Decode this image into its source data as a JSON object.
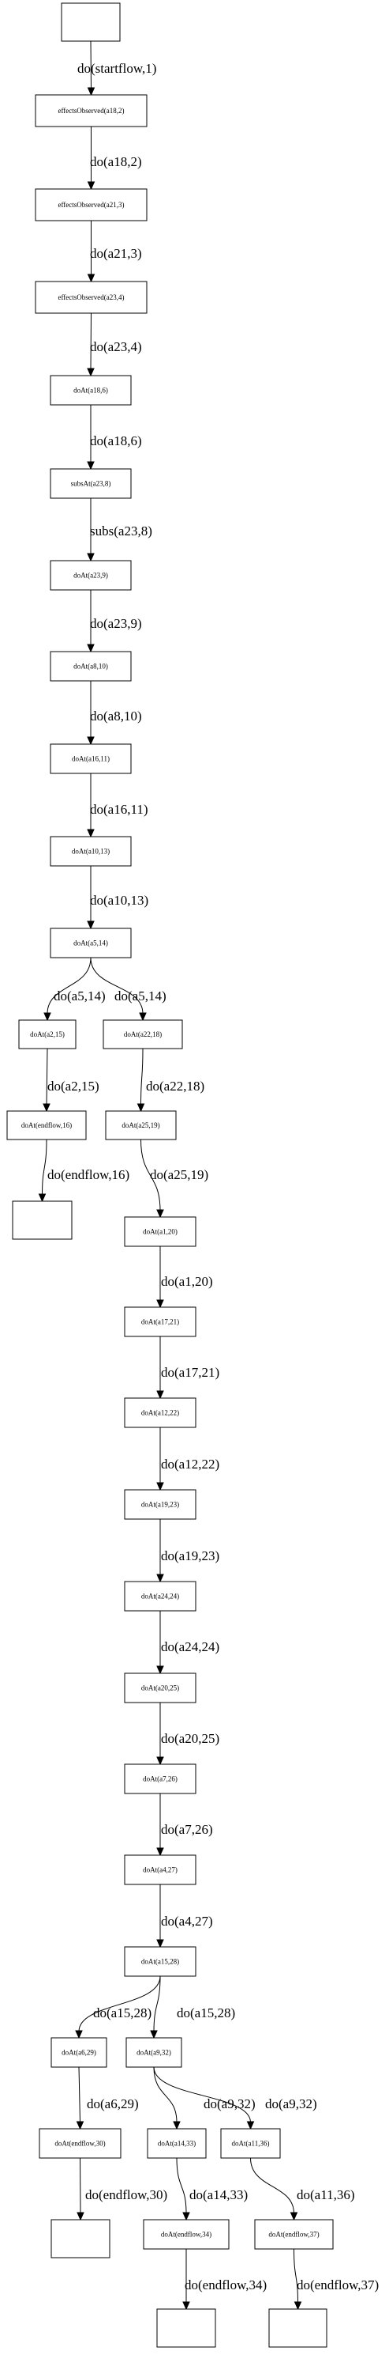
{
  "nodes": [
    {
      "id": "start",
      "label": ""
    },
    {
      "id": "n2",
      "label": "effectsObserved(a18,2)"
    },
    {
      "id": "n3",
      "label": "effectsObserved(a21,3)"
    },
    {
      "id": "n4",
      "label": "effectsObserved(a23,4)"
    },
    {
      "id": "n6",
      "label": "doAt(a18,6)"
    },
    {
      "id": "n8",
      "label": "subsAt(a23,8)"
    },
    {
      "id": "n9",
      "label": "doAt(a23,9)"
    },
    {
      "id": "n10",
      "label": "doAt(a8,10)"
    },
    {
      "id": "n11",
      "label": "doAt(a16,11)"
    },
    {
      "id": "n13",
      "label": "doAt(a10,13)"
    },
    {
      "id": "n14",
      "label": "doAt(a5,14)"
    },
    {
      "id": "n15",
      "label": "doAt(a2,15)"
    },
    {
      "id": "n18",
      "label": "doAt(a22,18)"
    },
    {
      "id": "n16",
      "label": "doAt(endflow,16)"
    },
    {
      "id": "n19",
      "label": "doAt(a25,19)"
    },
    {
      "id": "end1",
      "label": ""
    },
    {
      "id": "n20",
      "label": "doAt(a1,20)"
    },
    {
      "id": "n21",
      "label": "doAt(a17,21)"
    },
    {
      "id": "n22",
      "label": "doAt(a12,22)"
    },
    {
      "id": "n23",
      "label": "doAt(a19,23)"
    },
    {
      "id": "n24",
      "label": "doAt(a24,24)"
    },
    {
      "id": "n25",
      "label": "doAt(a20,25)"
    },
    {
      "id": "n26",
      "label": "doAt(a7,26)"
    },
    {
      "id": "n27",
      "label": "doAt(a4,27)"
    },
    {
      "id": "n28",
      "label": "doAt(a15,28)"
    },
    {
      "id": "n29",
      "label": "doAt(a6,29)"
    },
    {
      "id": "n32",
      "label": "doAt(a9,32)"
    },
    {
      "id": "n30",
      "label": "doAt(endflow,30)"
    },
    {
      "id": "n33",
      "label": "doAt(a14,33)"
    },
    {
      "id": "n36",
      "label": "doAt(a11,36)"
    },
    {
      "id": "end2",
      "label": ""
    },
    {
      "id": "n34",
      "label": "doAt(endflow,34)"
    },
    {
      "id": "n37",
      "label": "doAt(endflow,37)"
    },
    {
      "id": "end3",
      "label": ""
    },
    {
      "id": "end4",
      "label": ""
    }
  ],
  "edges": [
    {
      "from": "start",
      "to": "n2",
      "label": "do(startflow,1)"
    },
    {
      "from": "n2",
      "to": "n3",
      "label": "do(a18,2)"
    },
    {
      "from": "n3",
      "to": "n4",
      "label": "do(a21,3)"
    },
    {
      "from": "n4",
      "to": "n6",
      "label": "do(a23,4)"
    },
    {
      "from": "n6",
      "to": "n8",
      "label": "do(a18,6)"
    },
    {
      "from": "n8",
      "to": "n9",
      "label": "subs(a23,8)"
    },
    {
      "from": "n9",
      "to": "n10",
      "label": "do(a23,9)"
    },
    {
      "from": "n10",
      "to": "n11",
      "label": "do(a8,10)"
    },
    {
      "from": "n11",
      "to": "n13",
      "label": "do(a16,11)"
    },
    {
      "from": "n13",
      "to": "n14",
      "label": "do(a10,13)"
    },
    {
      "from": "n14",
      "to": "n15",
      "label": "do(a5,14)"
    },
    {
      "from": "n14",
      "to": "n18",
      "label": "do(a5,14)"
    },
    {
      "from": "n15",
      "to": "n16",
      "label": "do(a2,15)"
    },
    {
      "from": "n18",
      "to": "n19",
      "label": "do(a22,18)"
    },
    {
      "from": "n16",
      "to": "end1",
      "label": "do(endflow,16)"
    },
    {
      "from": "n19",
      "to": "n20",
      "label": "do(a25,19)"
    },
    {
      "from": "n20",
      "to": "n21",
      "label": "do(a1,20)"
    },
    {
      "from": "n21",
      "to": "n22",
      "label": "do(a17,21)"
    },
    {
      "from": "n22",
      "to": "n23",
      "label": "do(a12,22)"
    },
    {
      "from": "n23",
      "to": "n24",
      "label": "do(a19,23)"
    },
    {
      "from": "n24",
      "to": "n25",
      "label": "do(a24,24)"
    },
    {
      "from": "n25",
      "to": "n26",
      "label": "do(a20,25)"
    },
    {
      "from": "n26",
      "to": "n27",
      "label": "do(a7,26)"
    },
    {
      "from": "n27",
      "to": "n28",
      "label": "do(a4,27)"
    },
    {
      "from": "n28",
      "to": "n29",
      "label": "do(a15,28)"
    },
    {
      "from": "n28",
      "to": "n32",
      "label": "do(a15,28)"
    },
    {
      "from": "n29",
      "to": "n30",
      "label": "do(a6,29)"
    },
    {
      "from": "n32",
      "to": "n33",
      "label": "do(a9,32)"
    },
    {
      "from": "n32",
      "to": "n36",
      "label": "do(a9,32)"
    },
    {
      "from": "n30",
      "to": "end2",
      "label": "do(endflow,30)"
    },
    {
      "from": "n33",
      "to": "n34",
      "label": "do(a14,33)"
    },
    {
      "from": "n36",
      "to": "n37",
      "label": "do(a11,36)"
    },
    {
      "from": "n34",
      "to": "end3",
      "label": "do(endflow,34)"
    },
    {
      "from": "n37",
      "to": "end4",
      "label": "do(endflow,37)"
    }
  ]
}
